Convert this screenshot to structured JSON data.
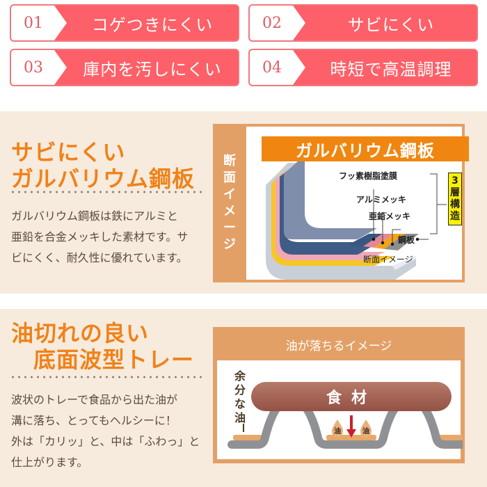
{
  "features": [
    {
      "number": "01",
      "label": "コゲつきにくい"
    },
    {
      "number": "02",
      "label": "サビにくい"
    },
    {
      "number": "03",
      "label": "庫内を汚しにくい"
    },
    {
      "number": "04",
      "label": "時短で高温調理"
    }
  ],
  "colors": {
    "badge": "#fd6068",
    "heading": "#f08219",
    "band": "#f7ebde",
    "panel_border": "#e3a066",
    "title_bar": "#f08610",
    "layer_badge": "#fdf100"
  },
  "section_rust": {
    "heading_line1": "サビにくい",
    "heading_line2": "ガルバリウム鋼板",
    "body_line1": "ガルバリウム鋼板は鉄にアルミと",
    "body_line2": "亜鉛を合金メッキした素材です。サ",
    "body_line3": "ビにくく、耐久性に優れています。",
    "diagram": {
      "side_label": [
        "断",
        "面",
        "イ",
        "メ",
        "ー",
        "ジ"
      ],
      "title": "ガルバリウム鋼板",
      "callouts": {
        "fluoro": "フッ素樹脂塗膜",
        "aluminum": "アルミメッキ",
        "zinc": "亜鉛メッキ",
        "steel": "鋼板",
        "caption": "断面イメージ"
      },
      "layer_badge": [
        "3",
        "層",
        "構",
        "造"
      ]
    }
  },
  "section_oil": {
    "heading_line1": "油切れの良い",
    "heading_line2": "底面波型トレー",
    "body_line1": "波状のトレーで食品から出た油が",
    "body_line2": "溝に落ち、とってもヘルシーに！",
    "body_line3": "外は「カリッ」と、中は「ふわっ」と",
    "body_line4": "仕上がります。",
    "diagram": {
      "title": "油が落ちるイメージ",
      "excess_label": [
        "余",
        "分",
        "な",
        "油"
      ],
      "food_label": "食材",
      "oil_drop_label": "油"
    }
  }
}
